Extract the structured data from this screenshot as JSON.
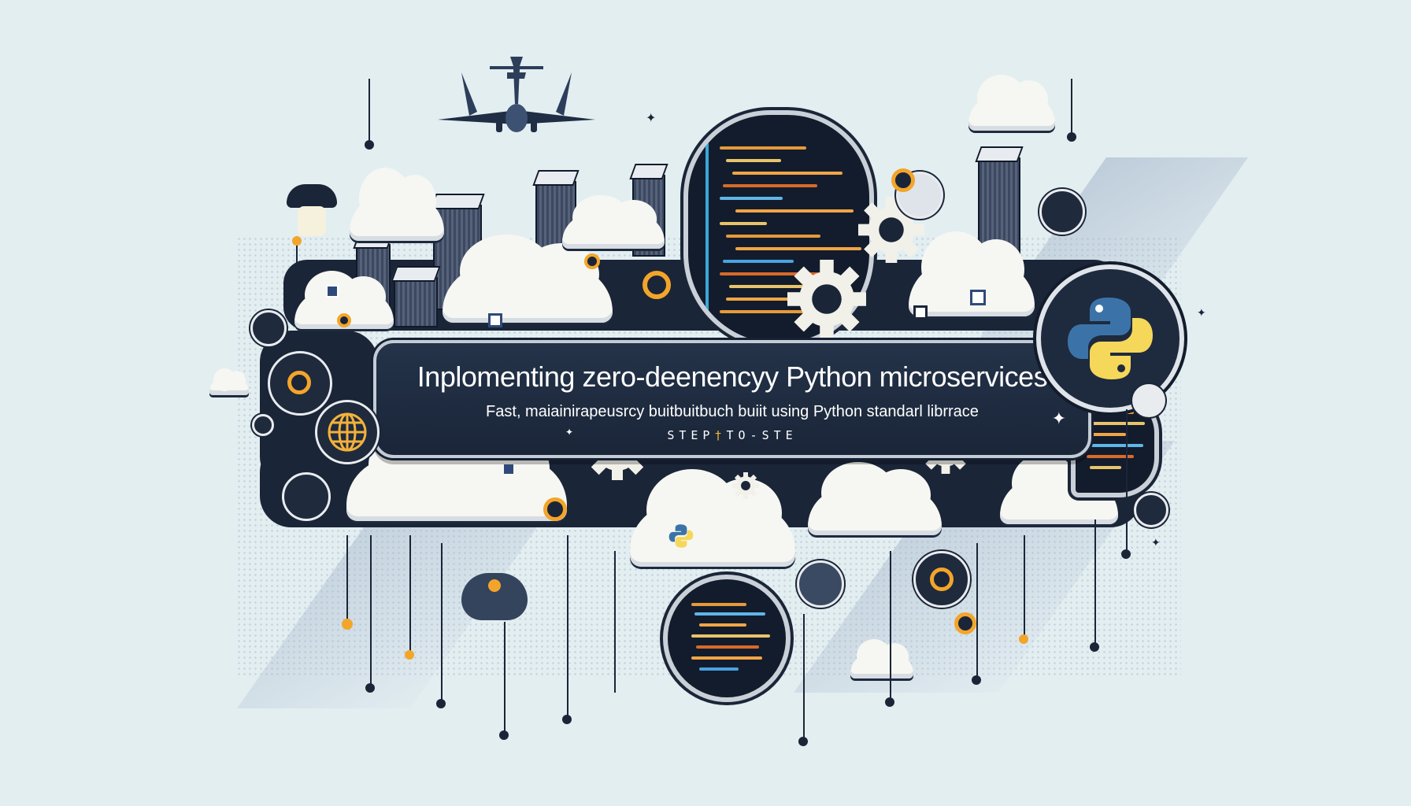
{
  "banner": {
    "title": "Inplomenting zero-deenencyy Python  microservices",
    "subtitle": "Fast, maiainirapeusrcy buitbuitbuch buiit using Python standarl librrace",
    "tagline_parts": [
      "STEP",
      "†",
      "TO-STE"
    ]
  },
  "icons": {
    "python_logo": "python-logo-icon",
    "globe": "globe-icon",
    "gear": "gear-icon",
    "cloud": "cloud-icon",
    "airplane": "airplane-icon",
    "building": "building-icon",
    "code_screen": "code-screen-icon",
    "sparkle": "✦"
  },
  "colors": {
    "background": "#e3eef1",
    "navy": "#1b2538",
    "banner": "#1f2d42",
    "accent_orange": "#f3a52a",
    "python_blue": "#3b73a8",
    "python_yellow": "#f5d75a",
    "cloud_white": "#f6f7f2"
  }
}
